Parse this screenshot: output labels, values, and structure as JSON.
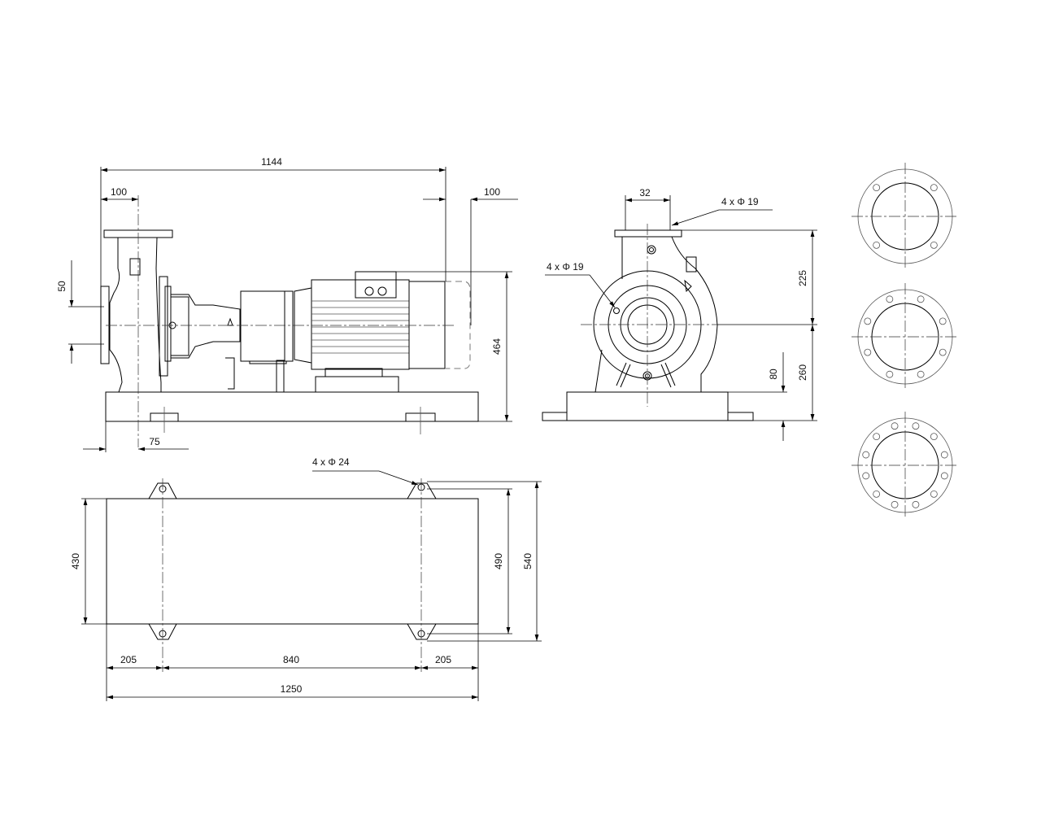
{
  "side_view": {
    "dim_overall_length": "1144",
    "dim_suction_offset": "100",
    "dim_motor_overhang": "100",
    "dim_height": "464",
    "dim_flange_offset": "50",
    "dim_base_offset": "75"
  },
  "end_view": {
    "dim_outlet": "32",
    "outlet_holes": "4 x Φ 19",
    "inlet_holes": "4 x Φ 19",
    "dim_upper_height": "225",
    "dim_shaft_height": "260",
    "dim_base_height": "80"
  },
  "plan_view": {
    "anchor_holes": "4 x Φ 24",
    "dim_width": "430",
    "dim_anchor_span": "490",
    "dim_total_width": "540",
    "dim_left_edge": "205",
    "dim_anchor_spacing": "840",
    "dim_right_edge": "205",
    "dim_total_length": "1250"
  },
  "flange_patterns": [
    {
      "bolt_holes": 4
    },
    {
      "bolt_holes": 8
    },
    {
      "bolt_holes": 12
    }
  ]
}
